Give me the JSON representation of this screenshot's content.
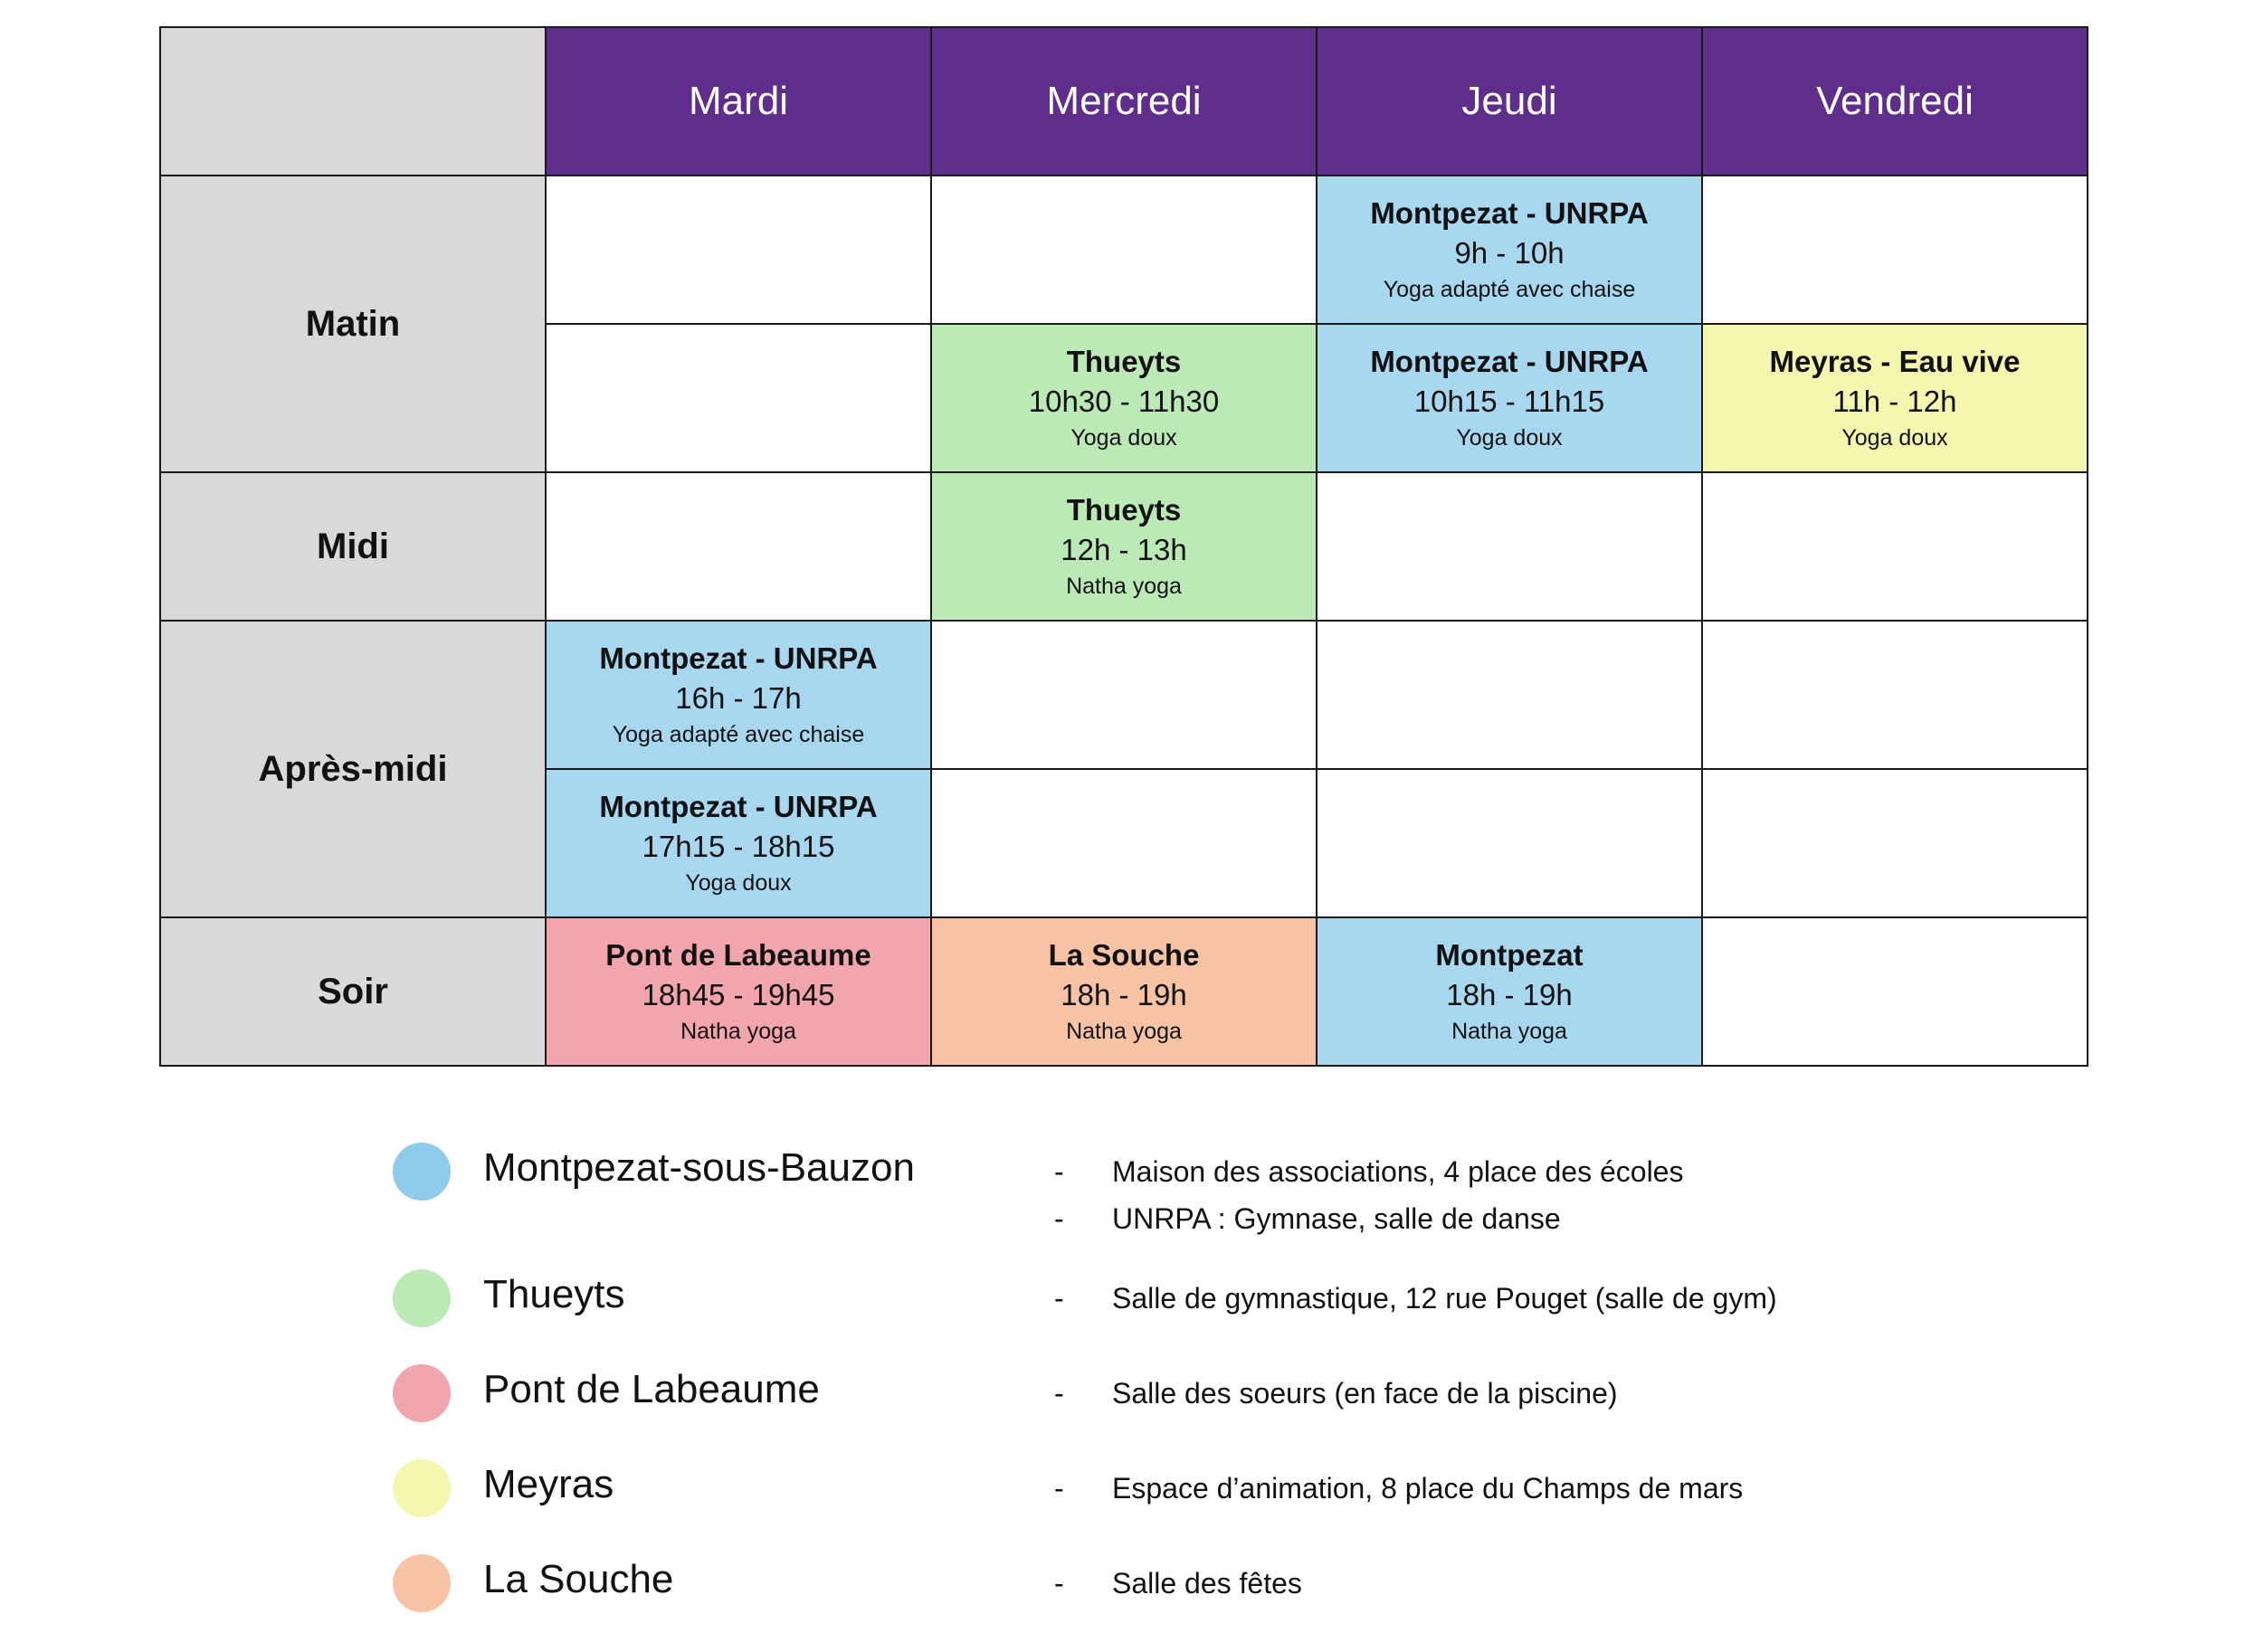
{
  "days": [
    "Mardi",
    "Mercredi",
    "Jeudi",
    "Vendredi"
  ],
  "periods": {
    "matin": "Matin",
    "midi": "Midi",
    "apres_midi": "Après-midi",
    "soir": "Soir"
  },
  "slots": {
    "jeudi_matin_1": {
      "place": "Montpezat  - UNRPA",
      "time": "9h - 10h",
      "type": "Yoga adapté avec chaise"
    },
    "mercredi_matin_2": {
      "place": "Thueyts",
      "time": "10h30 - 11h30",
      "type": "Yoga doux"
    },
    "jeudi_matin_2": {
      "place": "Montpezat  - UNRPA",
      "time": "10h15 - 11h15",
      "type": "Yoga doux"
    },
    "vendredi_matin_2": {
      "place": "Meyras - Eau vive",
      "time": "11h - 12h",
      "type": "Yoga doux"
    },
    "mercredi_midi": {
      "place": "Thueyts",
      "time": "12h - 13h",
      "type": "Natha yoga"
    },
    "mardi_aprem_1": {
      "place": "Montpezat - UNRPA",
      "time": "16h - 17h",
      "type": "Yoga adapté avec chaise"
    },
    "mardi_aprem_2": {
      "place": "Montpezat - UNRPA",
      "time": "17h15 - 18h15",
      "type": "Yoga doux"
    },
    "mardi_soir": {
      "place": "Pont de Labeaume",
      "time": "18h45 - 19h45",
      "type": "Natha yoga"
    },
    "mercredi_soir": {
      "place": "La Souche",
      "time": "18h - 19h",
      "type": "Natha yoga"
    },
    "jeudi_soir": {
      "place": "Montpezat",
      "time": "18h - 19h",
      "type": "Natha yoga"
    }
  },
  "legend": [
    {
      "name": "Montpezat-sous-Bauzon",
      "color": "#8ecbeb",
      "addresses": [
        "Maison des associations, 4 place des écoles",
        "UNRPA : Gymnase, salle de danse"
      ]
    },
    {
      "name": "Thueyts",
      "color": "#bbeab7",
      "addresses": [
        "Salle de gymnastique, 12 rue Pouget (salle de gym)"
      ]
    },
    {
      "name": "Pont de Labeaume",
      "color": "#f3a5ae",
      "addresses": [
        "Salle des soeurs (en face de la piscine)"
      ]
    },
    {
      "name": "Meyras",
      "color": "#f5f7af",
      "addresses": [
        "Espace d’animation, 8 place du Champs de mars"
      ]
    },
    {
      "name": "La Souche",
      "color": "#f8c3a5",
      "addresses": [
        "Salle des fêtes"
      ]
    }
  ],
  "dash": "-"
}
